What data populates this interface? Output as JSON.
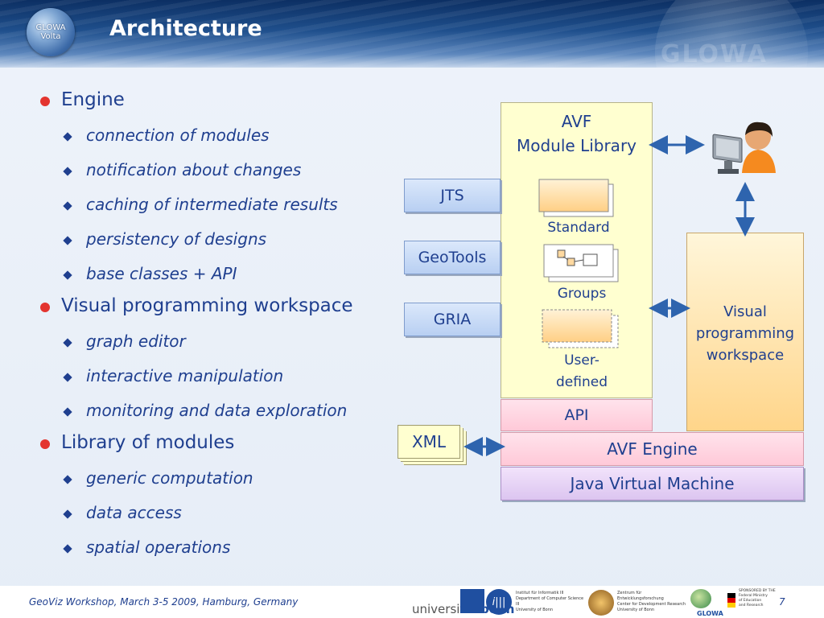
{
  "header": {
    "title": "Architecture",
    "logo_text_line1": "GLOWA",
    "logo_text_line2": "Volta",
    "watermark": "GLOWA"
  },
  "bullets": [
    {
      "label": "Engine",
      "items": [
        "connection of modules",
        "notification about changes",
        "caching of intermediate results",
        "persistency of designs",
        "base classes + API"
      ]
    },
    {
      "label": "Visual programming workspace",
      "items": [
        "graph editor",
        "interactive manipulation",
        "monitoring and data exploration"
      ]
    },
    {
      "label": "Library of modules",
      "items": [
        "generic computation",
        "data access",
        "spatial operations"
      ]
    }
  ],
  "diagram": {
    "library_title_line1": "AVF",
    "library_title_line2": "Module Library",
    "external_libs": [
      "JTS",
      "GeoTools",
      "GRIA"
    ],
    "module_types": [
      "Standard",
      "Groups",
      "User-defined"
    ],
    "user_defined_line1": "User-",
    "user_defined_line2": "defined",
    "api": "API",
    "engine": "AVF Engine",
    "jvm": "Java Virtual Machine",
    "workspace_line1": "Visual",
    "workspace_line2": "programming",
    "workspace_line3": "workspace",
    "xml": "XML"
  },
  "footer": {
    "text": "GeoViz Workshop, March 3-5 2009, Hamburg, Germany",
    "page": "7",
    "univ_prefix": "universität",
    "univ_bonn": "bonn",
    "inst_line1": "Institut für Informatik III",
    "inst_line2": "Department of Computer Science III",
    "inst_line3": "University of Bonn",
    "zef_line1": "Zentrum für Entwicklungsforschung",
    "zef_line2": "Center for Development Research",
    "zef_line3": "University of Bonn",
    "glowa": "GLOWA",
    "bmbf_line0": "SPONSORED BY THE",
    "bmbf_line1": "Federal Ministry",
    "bmbf_line2": "of Education",
    "bmbf_line3": "and Research"
  },
  "colors": {
    "text_blue": "#1f3f8f",
    "bullet_red": "#e3342f",
    "arrow_blue": "#2e64ae"
  }
}
